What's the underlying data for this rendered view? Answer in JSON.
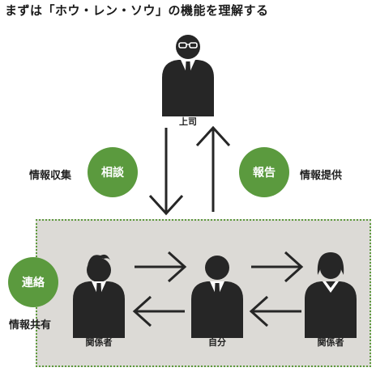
{
  "title": "まずは「ホウ・レン・ソウ」の機能を理解する",
  "people": {
    "boss": "上司",
    "left": "関係者",
    "self": "自分",
    "right": "関係者"
  },
  "circles": {
    "consult": "相談",
    "report": "報告",
    "contact": "連絡"
  },
  "side_labels": {
    "consult": "情報収集",
    "report": "情報提供",
    "contact": "情報共有"
  },
  "colors": {
    "accent_green": "#5b9a3e",
    "box_fill": "#dcdad6",
    "figure": "#262626"
  }
}
